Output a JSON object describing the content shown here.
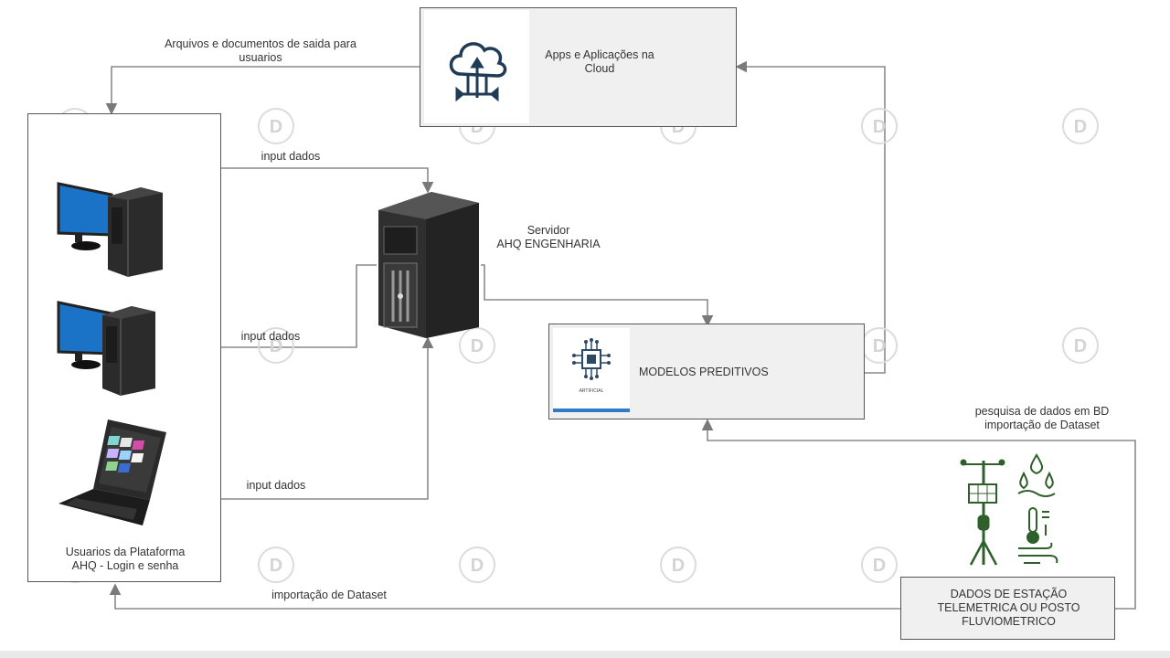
{
  "cloud_box": {
    "label": "Apps e Aplicações na\nCloud"
  },
  "users_box": {
    "label": "Usuarios da Plataforma\nAHQ - Login e senha"
  },
  "server": {
    "label": "Servidor\nAHQ ENGENHARIA"
  },
  "models_box": {
    "label": "MODELOS PREDITIVOS",
    "thumb_text": "ARTIFICIAL"
  },
  "station_box": {
    "label": "DADOS DE ESTAÇÃO\nTELEMETRICA OU POSTO\nFLUVIOMETRICO"
  },
  "edges": {
    "cloud_to_users": "Arquivos e documentos de saida para\nusuarios",
    "input_1": "input dados",
    "input_2": "input dados",
    "input_3": "input dados",
    "search_bd": "pesquisa de dados em BD\nimportação de Dataset",
    "import_dataset": "importação de Dataset"
  },
  "icons": [
    "cloud-upload-icon",
    "desktop-computer-icon",
    "laptop-icon",
    "server-tower-icon",
    "ai-chip-icon",
    "weather-station-icon",
    "water-drops-icon",
    "thermometer-icon",
    "wind-icon"
  ],
  "colors": {
    "line": "#7a7a7a",
    "monitor_blue": "#1a73c7",
    "station_green": "#2f5f2a",
    "box_fill": "#f0f0f0"
  }
}
